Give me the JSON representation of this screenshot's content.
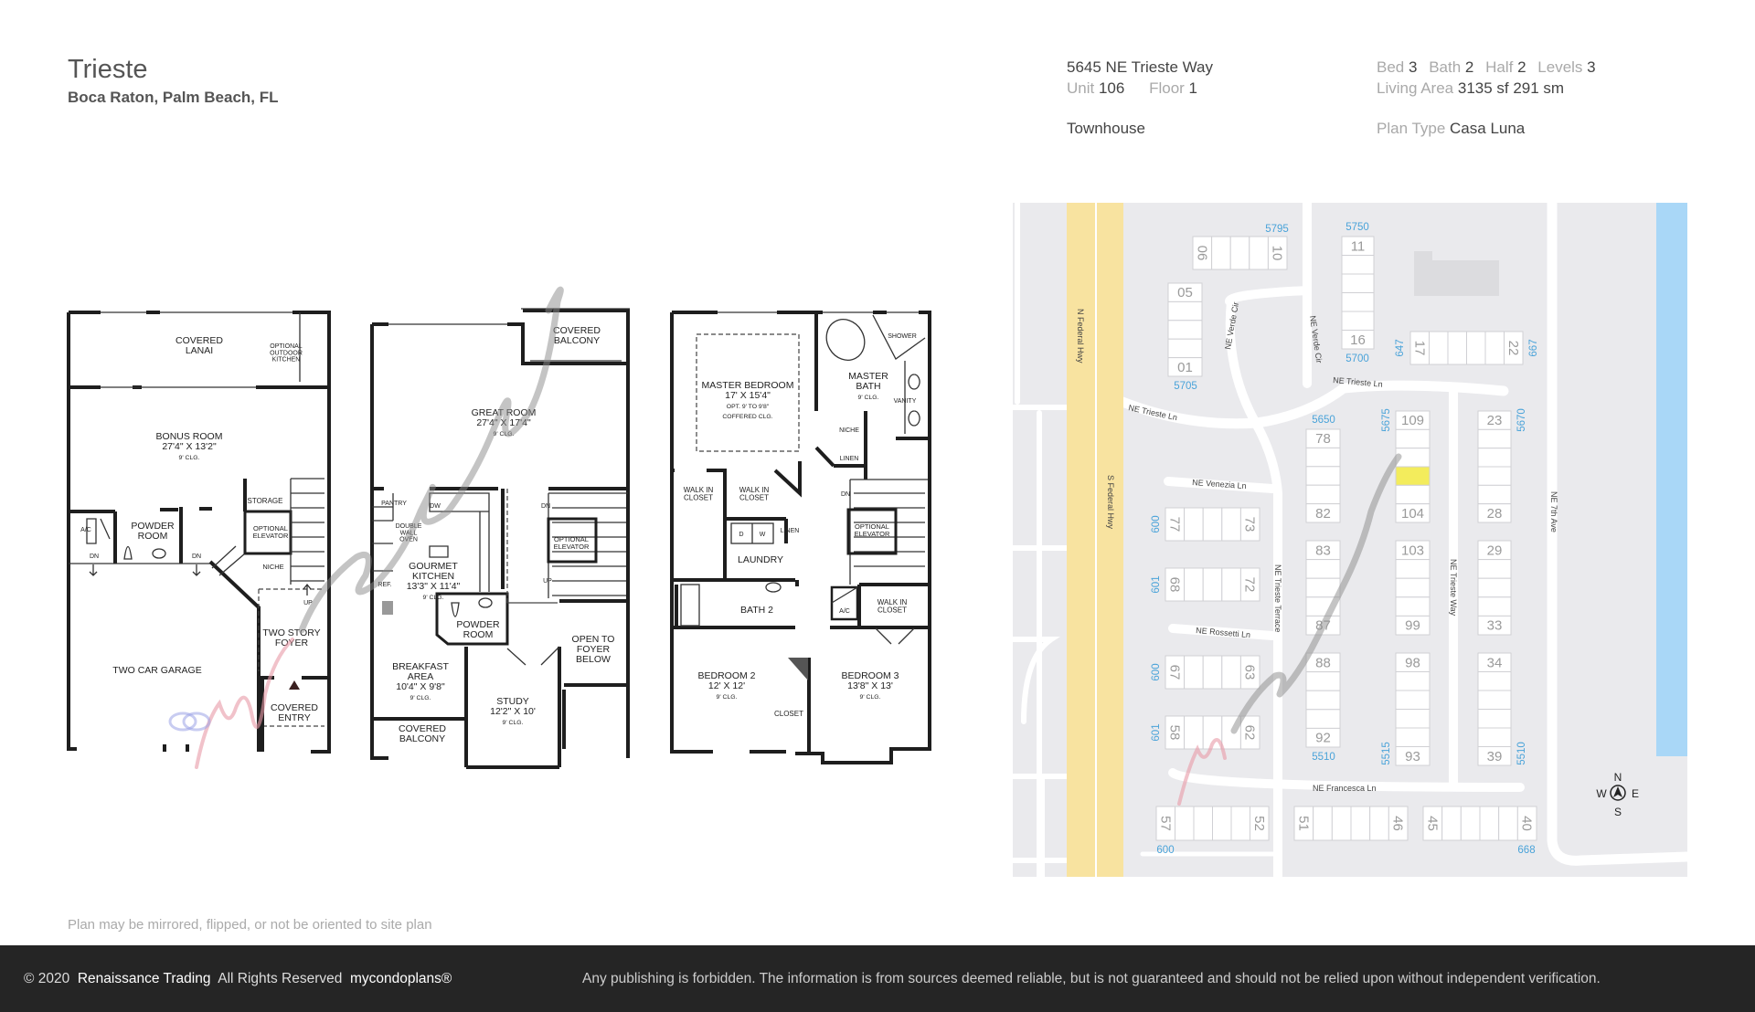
{
  "header": {
    "title": "Trieste",
    "subtitle": "Boca Raton, Palm Beach, FL",
    "address": "5645 NE Trieste Way",
    "unit_label": "Unit",
    "unit": "106",
    "floor_label": "Floor",
    "floor": "1",
    "type": "Townhouse",
    "bed_label": "Bed",
    "bed": "3",
    "bath_label": "Bath",
    "bath": "2",
    "half_label": "Half",
    "half": "2",
    "levels_label": "Levels",
    "levels": "3",
    "area_label": "Living Area",
    "area": "3135 sf 291 sm",
    "plan_type_label": "Plan Type",
    "plan_type": "Casa Luna"
  },
  "floorplans": [
    {
      "rooms": [
        [
          "COVERED",
          "LANAI"
        ],
        [
          "OPTIONAL",
          "OUTDOOR",
          "KITCHEN"
        ],
        [
          "BONUS ROOM",
          "27'4\" X 13'2\"",
          "9' CLG."
        ],
        [
          "STORAGE"
        ],
        [
          "A/C"
        ],
        [
          "POWDER",
          "ROOM"
        ],
        [
          "OPTIONAL",
          "ELEVATOR"
        ],
        [
          "DN"
        ],
        [
          "DN"
        ],
        [
          "NICHE"
        ],
        [
          "UP"
        ],
        [
          "TWO STORY",
          "FOYER"
        ],
        [
          "TWO CAR GARAGE"
        ],
        [
          "COVERED",
          "ENTRY"
        ]
      ]
    },
    {
      "rooms": [
        [
          "COVERED",
          "BALCONY"
        ],
        [
          "GREAT ROOM",
          "27'4\" X 17'4\"",
          "9' CLG."
        ],
        [
          "PANTRY"
        ],
        [
          "DW"
        ],
        [
          "DOUBLE",
          "WALL",
          "OVEN"
        ],
        [
          "GOURMET",
          "KITCHEN",
          "13'3\" X 11'4\"",
          "9' CLG."
        ],
        [
          "REF."
        ],
        [
          "DN"
        ],
        [
          "OPTIONAL",
          "ELEVATOR"
        ],
        [
          "UP"
        ],
        [
          "POWDER",
          "ROOM"
        ],
        [
          "OPEN TO",
          "FOYER",
          "BELOW"
        ],
        [
          "BREAKFAST",
          "AREA",
          "10'4\" X 9'8\"",
          "9' CLG."
        ],
        [
          "STUDY",
          "12'2\" X 10'",
          "9' CLG."
        ],
        [
          "COVERED",
          "BALCONY"
        ]
      ]
    },
    {
      "rooms": [
        [
          "MASTER BEDROOM",
          "17' X 15'4\"",
          "OPT. 9' TO 9'8\"",
          "COFFERED CLG."
        ],
        [
          "MASTER",
          "BATH",
          "9' CLG."
        ],
        [
          "SHOWER"
        ],
        [
          "VANITY"
        ],
        [
          "NICHE"
        ],
        [
          "LINEN"
        ],
        [
          "WALK IN",
          "CLOSET"
        ],
        [
          "WALK IN",
          "CLOSET"
        ],
        [
          "DN"
        ],
        [
          "LINEN"
        ],
        [
          "OPTIONAL",
          "ELEVATOR"
        ],
        [
          "D"
        ],
        [
          "W"
        ],
        [
          "LAUNDRY"
        ],
        [
          "BATH 2"
        ],
        [
          "A/C"
        ],
        [
          "WALK IN",
          "CLOSET"
        ],
        [
          "BEDROOM 2",
          "12' X 12'",
          "9' CLG."
        ],
        [
          "BEDROOM 3",
          "13'8\" X 13'",
          "9' CLG."
        ],
        [
          "CLOSET"
        ]
      ]
    }
  ],
  "watermark": "mycondoplans",
  "map": {
    "colors": {
      "background": "#eaeaed",
      "road": "#ffffff",
      "highway": "#f8e3a0",
      "water": "#a9d7f7",
      "highlight": "#f3ec5c",
      "address": "#4aa3d9"
    },
    "streets": [
      "N Federal Hwy",
      "S Federal Hwy",
      "NE Trieste Ln",
      "NE Verde Cir",
      "NE Verde Cir",
      "NE Trieste Ln",
      "NE Venezia Ln",
      "NE Trieste Terrace",
      "NE Rossetti Ln",
      "NE Francesca Ln",
      "NE Trieste Way",
      "NE 7th Ave"
    ],
    "buildings": [
      {
        "first": "06",
        "last": "10"
      },
      {
        "first": "05",
        "last": "01"
      },
      {
        "first": "11",
        "last": "16"
      },
      {
        "first": "17",
        "last": "22"
      },
      {
        "first": "78",
        "last": "82"
      },
      {
        "first": "83",
        "last": "87"
      },
      {
        "first": "88",
        "last": "92"
      },
      {
        "first": "109",
        "last": "104"
      },
      {
        "first": "103",
        "last": "99"
      },
      {
        "first": "98",
        "last": "93"
      },
      {
        "first": "23",
        "last": "28"
      },
      {
        "first": "29",
        "last": "33"
      },
      {
        "first": "34",
        "last": "39"
      },
      {
        "first": "77",
        "last": "73"
      },
      {
        "first": "68",
        "last": "72"
      },
      {
        "first": "67",
        "last": "63"
      },
      {
        "first": "58",
        "last": "62"
      },
      {
        "first": "57",
        "last": "52"
      },
      {
        "first": "51",
        "last": "46"
      },
      {
        "first": "45",
        "last": "40"
      }
    ],
    "addresses": [
      "5795",
      "5705",
      "5750",
      "5700",
      "647",
      "667",
      "5650",
      "5675",
      "5670",
      "600",
      "601",
      "600",
      "601",
      "5510",
      "5515",
      "5510",
      "600",
      "668"
    ],
    "compass": {
      "n": "N",
      "s": "S",
      "e": "E",
      "w": "W"
    }
  },
  "notes": {
    "orientation": "Plan may be mirrored, flipped, or not be oriented to site plan"
  },
  "footer": {
    "copyright": "© 2020",
    "company": "Renaissance Trading",
    "rights": "All Rights Reserved",
    "brand": "mycondoplans®",
    "disclaimer": "Any publishing is forbidden.  The information is from sources deemed reliable, but is not guaranteed and should not be relied upon without independent verification."
  }
}
